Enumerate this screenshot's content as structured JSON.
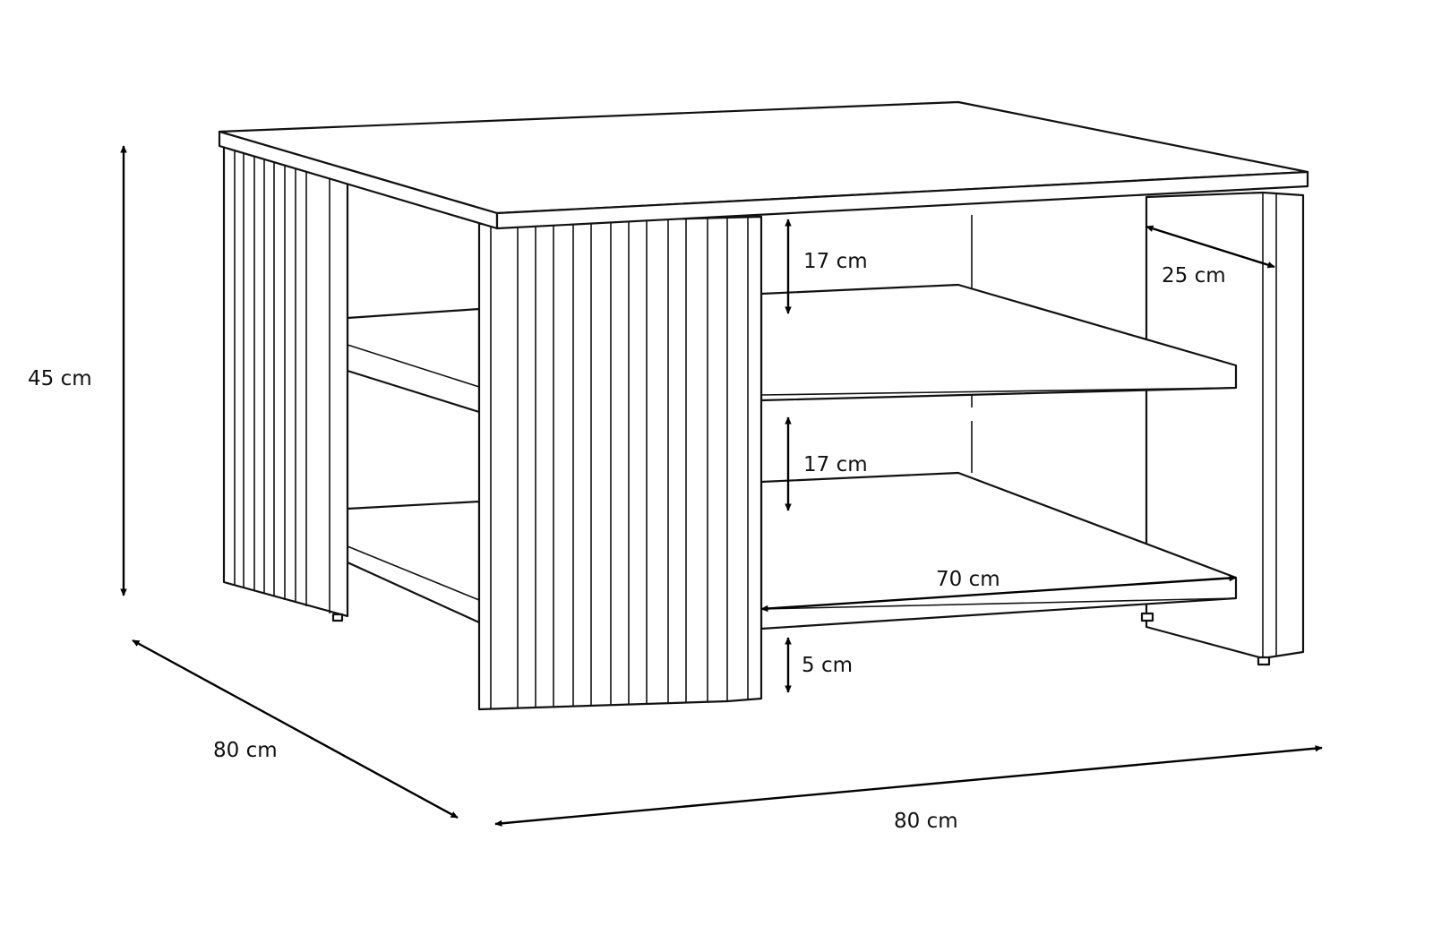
{
  "labels": {
    "height_total": "45 cm",
    "shelf_gap_upper": "17 cm",
    "shelf_gap_lower": "17 cm",
    "shelf_depth": "25 cm",
    "shelf_width": "70 cm",
    "floor_clearance": "5 cm",
    "depth": "80 cm",
    "width": "80 cm"
  },
  "colors": {
    "stroke": "#111111",
    "background": "#ffffff"
  }
}
